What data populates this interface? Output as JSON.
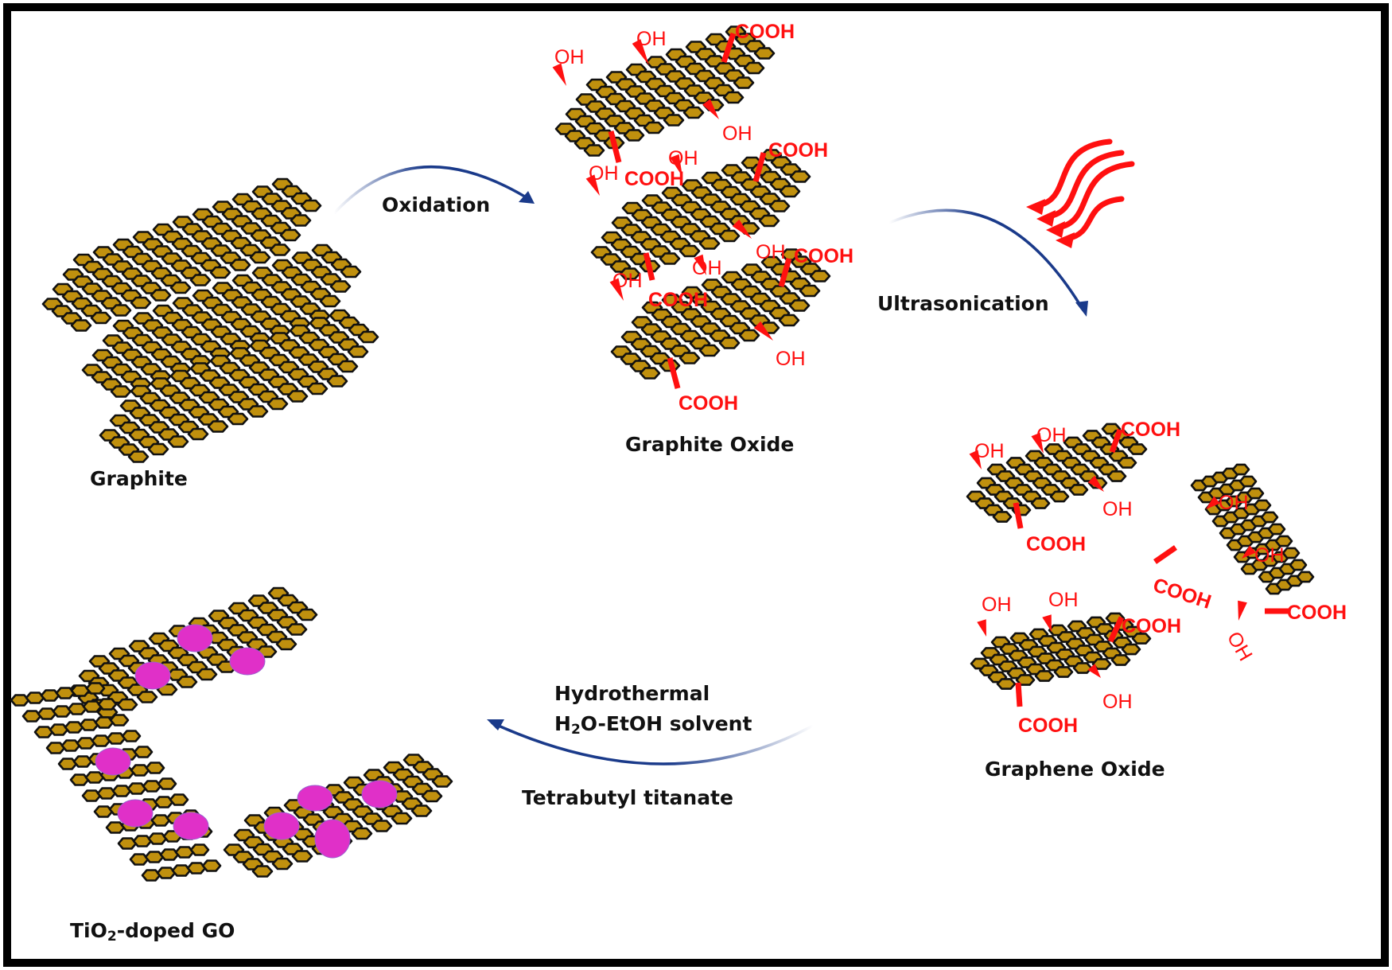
{
  "figure": {
    "type": "process-schematic",
    "topic": "Synthesis of TiO2-doped graphene oxide"
  },
  "colors": {
    "sheet_fill": "#C0900E",
    "sheet_stroke": "#111111",
    "functional_group": "#FF1010",
    "process_arrow": "#1A3A8A",
    "tio2_particle": "#E030C8",
    "border": "#000000",
    "background": "#FFFFFF"
  },
  "stages": [
    {
      "id": "graphite",
      "label": "Graphite",
      "sheets": 3,
      "functional_groups": false
    },
    {
      "id": "graphite-oxide",
      "label": "Graphite Oxide",
      "sheets": 3,
      "functional_groups": true
    },
    {
      "id": "graphene-oxide",
      "label": "Graphene Oxide",
      "sheets": 3,
      "functional_groups": true
    },
    {
      "id": "tio2-doped-go",
      "label_main": "TiO",
      "label_sub": "2",
      "label_rest": "-doped GO",
      "sheets": 3,
      "tio2_particles": 10
    }
  ],
  "steps": [
    {
      "id": "oxidation",
      "lines": [
        "Oxidation"
      ]
    },
    {
      "id": "ultrasonication",
      "lines": [
        "Ultrasonication"
      ],
      "icon": "sound-waves-icon"
    },
    {
      "id": "hydrothermal",
      "lines": [
        "Hydrothermal"
      ],
      "line2_main": "H",
      "line2_sub": "2",
      "line2_rest": "O-EtOH solvent",
      "reagent": "Tetrabutyl titanate"
    }
  ],
  "functional_groups": {
    "hydroxyl": "OH",
    "carboxyl": "COOH"
  }
}
